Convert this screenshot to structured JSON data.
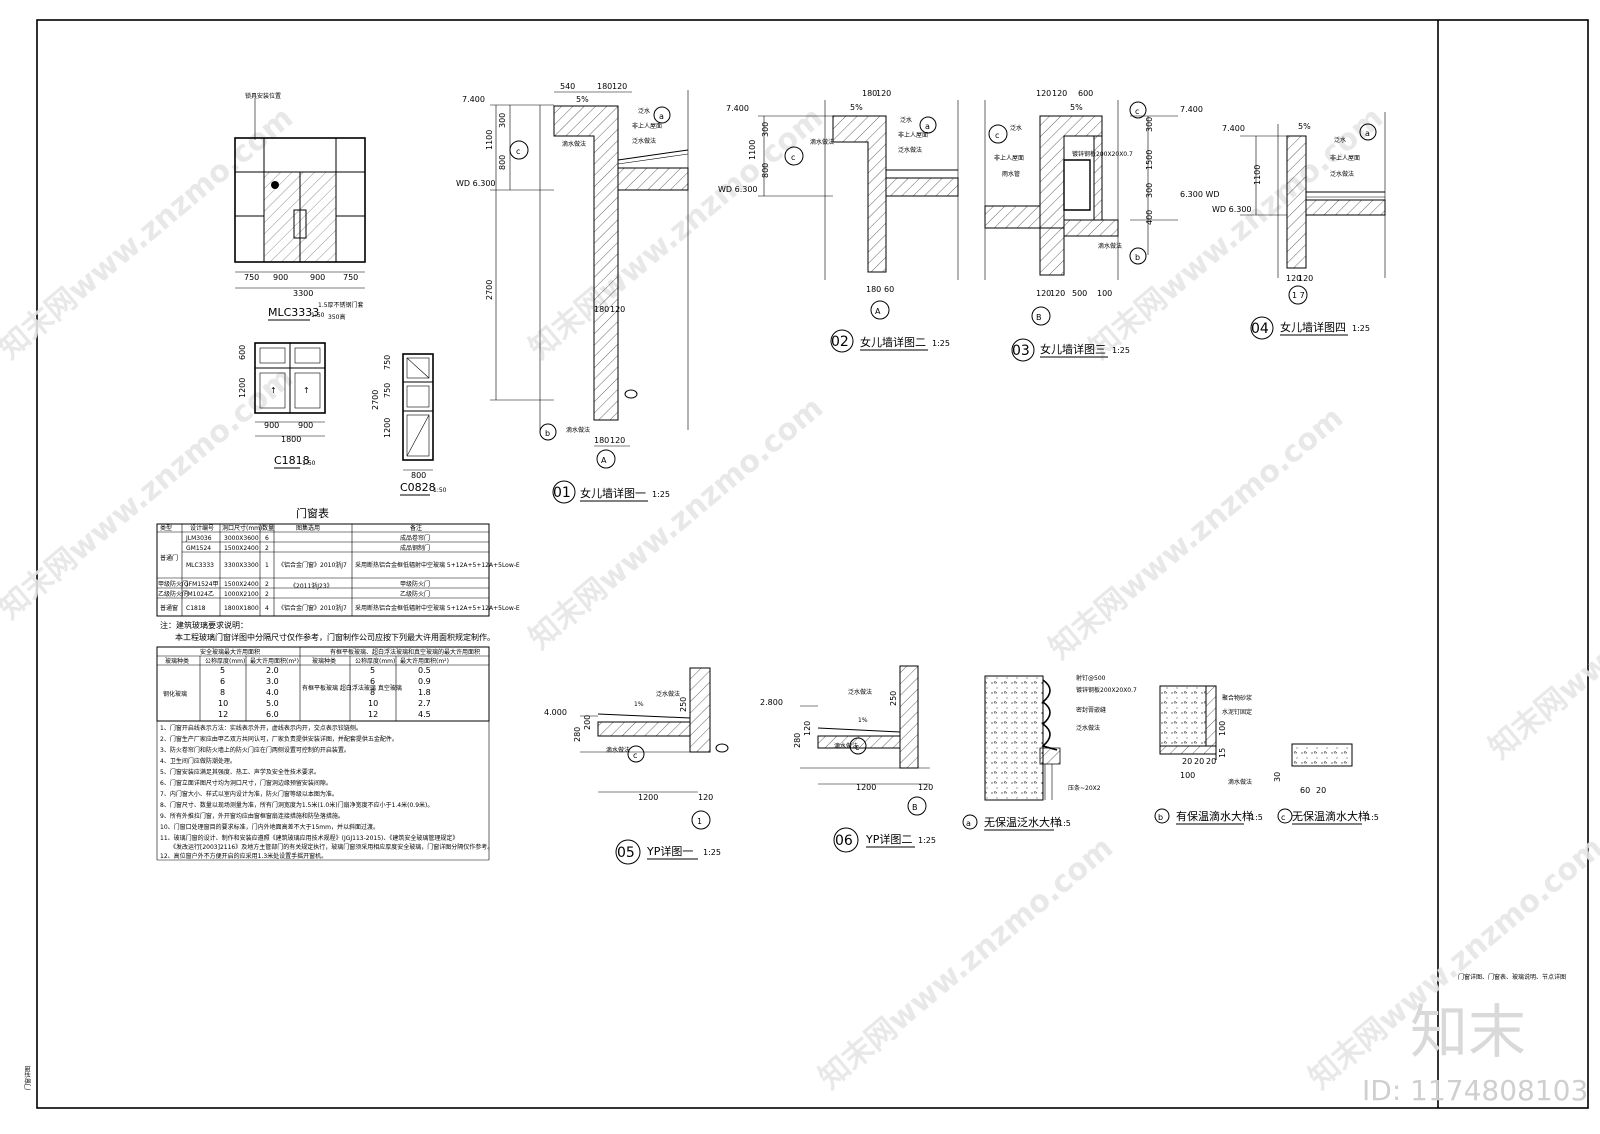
{
  "watermark": {
    "text": "知末网www.znzmo.com",
    "brand": "知末",
    "id": "ID: 1174808103"
  },
  "side_text": "门窗详图、门窗表、玻璃说明、节点详图",
  "left_edge_text": "门窗详图",
  "elevations": {
    "mlc3333": {
      "label": "MLC3333",
      "scale": "1:50",
      "dims": [
        "750",
        "900",
        "900",
        "750"
      ],
      "total": "3300",
      "note": "1.5厚不锈钢门套",
      "note2": "350高",
      "top_note": "锁具安装位置"
    },
    "c1818": {
      "label": "C1818",
      "scale": "1:50",
      "dims": [
        "900",
        "900"
      ],
      "total": "1800",
      "vdims": [
        "600",
        "1200"
      ]
    },
    "c0828": {
      "label": "C0828",
      "scale": "1:50",
      "width": "800",
      "vdims": [
        "750",
        "750",
        "1200"
      ],
      "total_v": "2700"
    }
  },
  "table": {
    "title": "门窗表",
    "headers": [
      "类型",
      "设计编号",
      "洞口尺寸(mm)",
      "数量",
      "图集选用",
      "备注"
    ],
    "rows": [
      [
        "",
        "JLM3036",
        "3000X3600",
        "6",
        "",
        "成品卷帘门"
      ],
      [
        "",
        "GM1524",
        "1500X2400",
        "2",
        "",
        "成品钢制门"
      ],
      [
        "普通门",
        "MLC3333",
        "3300X3300",
        "1",
        "《铝合金门窗》2010浙J7",
        "采用断热铝合金框低辐射中空玻璃 5+12A+5+12A+5Low-E"
      ],
      [
        "甲级防火门",
        "GFM1524甲",
        "1500X2400",
        "2",
        "《2011浙J23》",
        "甲级防火门"
      ],
      [
        "乙级防火门",
        "FM1024乙",
        "1000X2100",
        "2",
        "",
        "乙级防火门"
      ],
      [
        "普通窗",
        "C1818",
        "1800X1800",
        "4",
        "《铝合金门窗》2010浙J7",
        "采用断热铝合金框低辐射中空玻璃 5+12A+5+12A+5Low-E"
      ]
    ],
    "note_title": "注：建筑玻璃要求说明：",
    "note_line": "本工程玻璃门窗详图中分隔尺寸仅作参考，门窗制作公司应按下列最大许用面积规定制作。",
    "glass_header_left": "安全玻璃最大许用面积",
    "glass_header_right": "有框平板玻璃、超白浮法玻璃和真空玻璃的最大许用面积",
    "glass_cols": [
      "玻璃种类",
      "公称厚度(mm)",
      "最大许用面积(m²)"
    ],
    "glass_type_left": "钢化玻璃",
    "glass_type_right": "有框平板玻璃 超白浮法玻璃 真空玻璃",
    "glass_left": [
      [
        "5",
        "2.0"
      ],
      [
        "6",
        "3.0"
      ],
      [
        "8",
        "4.0"
      ],
      [
        "10",
        "5.0"
      ],
      [
        "12",
        "6.0"
      ]
    ],
    "glass_right": [
      [
        "5",
        "0.5"
      ],
      [
        "6",
        "0.9"
      ],
      [
        "8",
        "1.8"
      ],
      [
        "10",
        "2.7"
      ],
      [
        "12",
        "4.5"
      ]
    ],
    "notes": [
      "1、门窗开启线表示方法：实线表示外开，虚线表示内开，交点表示铰链侧。",
      "2、门窗生产厂家应由甲乙双方共同认可，厂家负责提供安装详图，并配套提供五金配件。",
      "3、防火卷帘门和防火墙上的防火门应在门两侧设置可控制的开启装置。",
      "4、卫生间门应做防潮处理。",
      "5、门窗安装应满足其强度、热工、声学及安全性技术要求。",
      "6、门窗立面详图尺寸均为洞口尺寸，门窗洞边缘预留安装间隙。",
      "7、内门窗大小、样式以室内设计为准，防火门窗等级以本图为准。",
      "8、门窗尺寸、数量以现场测量为准，所有门洞宽度为1.5米(1.0米)门扇净宽度不应小于1.4米(0.9米)。",
      "9、所有外推拉门窗，外开窗均应由窗框窗扇连接措施和防坠落措施。",
      "10、门窗口处理窗目的要求标准，门内外地面高差不大于15mm，并以斜面过渡。",
      "11、玻璃门窗的设计、制作和安装应遵照《建筑玻璃应用技术规程》(JGJ113-2015)、《建筑安全玻璃管理规定》",
      "《发改运行[2003]2116》及地方主管部门的有关规定执行，玻璃门窗须采用相应厚度安全玻璃，门窗详图分隔仅作参考。",
      "12、高位窗户外不方便开启的应采用1.3米处设置手摇开窗机。"
    ]
  },
  "details": {
    "d01": {
      "num": "01",
      "title": "女儿墙详图一",
      "scale": "1:25",
      "axis": "A"
    },
    "d02": {
      "num": "02",
      "title": "女儿墙详图二",
      "scale": "1:25",
      "axis": "A"
    },
    "d03": {
      "num": "03",
      "title": "女儿墙详图三",
      "scale": "1:25",
      "axis": "B"
    },
    "d04": {
      "num": "04",
      "title": "女儿墙详图四",
      "scale": "1:25",
      "axis": "1 7"
    },
    "d05": {
      "num": "05",
      "title": "YP详图一",
      "scale": "1:25",
      "axis": "1"
    },
    "d06": {
      "num": "06",
      "title": "YP详图二",
      "scale": "1:25",
      "axis": "B"
    },
    "da": {
      "num": "a",
      "title": "无保温泛水大样",
      "scale": "1:5"
    },
    "db": {
      "num": "b",
      "title": "有保温滴水大样",
      "scale": "1:5"
    },
    "dc": {
      "num": "c",
      "title": "无保温滴水大样",
      "scale": "1:5"
    }
  },
  "dims": {
    "d01_top": [
      "540",
      "180",
      "120"
    ],
    "d01_v": [
      "300",
      "800",
      "1100",
      "2700"
    ],
    "d01_bot": [
      "180",
      "120"
    ],
    "d01_mid": [
      "180",
      "120"
    ],
    "d01_elev": [
      "7.400",
      "WD 6.300"
    ],
    "d02_v": [
      "300",
      "800",
      "1100"
    ],
    "d02_bot": [
      "180",
      "60"
    ],
    "d02_top": [
      "180",
      "120"
    ],
    "d02_elev": [
      "7.400",
      "WD 6.300"
    ],
    "d03_top": [
      "120",
      "120",
      "600"
    ],
    "d03_v": [
      "300",
      "1500",
      "300",
      "400"
    ],
    "d03_bot": [
      "120",
      "120",
      "500",
      "100"
    ],
    "d03_elev": [
      "7.400",
      "6.300 WD"
    ],
    "d04_v": [
      "1100"
    ],
    "d04_bot": [
      "120",
      "120"
    ],
    "d04_elev": [
      "7.400",
      "WD 6.300"
    ],
    "d05": [
      "1200",
      "280",
      "120",
      "200",
      "250"
    ],
    "d05_elev": "4.000",
    "d06": [
      "1200",
      "120",
      "280",
      "120",
      "250"
    ],
    "d06_elev": "2.800",
    "db_dims": [
      "100",
      "20",
      "20",
      "20",
      "100",
      "15"
    ],
    "dc_dims": [
      "60",
      "20",
      "30"
    ]
  },
  "annotations": {
    "slope": "5%",
    "slope2": "1%",
    "parapet_waterproof": "泛水",
    "roof_note": "非上人屋面",
    "drip": "滴水做法",
    "flashing": "泛水做法",
    "drain": "雨水管",
    "steel_plate": "镀锌钢板200X20X0.7",
    "clip": "射钉@500",
    "sealant": "密封膏嵌缝",
    "insul": "聚合物砂浆",
    "nail": "水泥钉固定",
    "cap": "压条~20X2"
  }
}
